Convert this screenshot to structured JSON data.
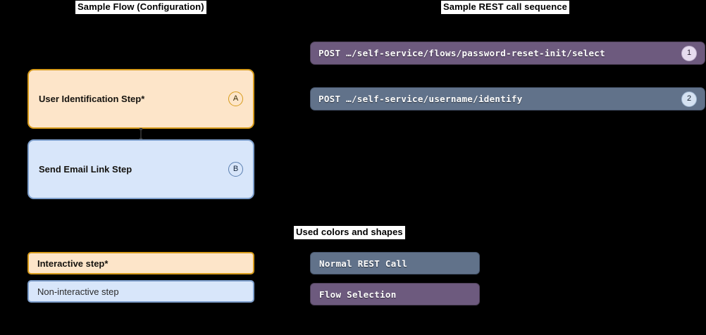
{
  "sections": {
    "flow_title": "Sample Flow (Configuration)",
    "rest_title": "Sample REST call sequence",
    "legend_title": "Used colors and shapes"
  },
  "flow": {
    "steps": [
      {
        "label": "User Identification Step*",
        "badge": "A",
        "kind": "interactive"
      },
      {
        "label": "Send Email Link Step",
        "badge": "B",
        "kind": "non-interactive"
      }
    ]
  },
  "rest_sequence": {
    "calls": [
      {
        "label": "POST …/self-service/flows/password-reset-init/select",
        "number": "1",
        "kind": "flow-selection"
      },
      {
        "label": "POST …/self-service/username/identify",
        "number": "2",
        "kind": "normal-rest-call"
      }
    ]
  },
  "legend": {
    "steps": [
      {
        "label": "Interactive step*",
        "kind": "interactive"
      },
      {
        "label": "Non-interactive step",
        "kind": "non-interactive"
      }
    ],
    "shapes": [
      {
        "label": "Normal REST Call",
        "kind": "normal-rest-call"
      },
      {
        "label": "Flow Selection",
        "kind": "flow-selection"
      }
    ]
  },
  "colors": {
    "background": "#000000",
    "interactive_fill": "#fde5c9",
    "interactive_border": "#d79b1b",
    "noninteractive_fill": "#d8e6fa",
    "noninteractive_border": "#7e9fcc",
    "normal_rest_call": "#61728a",
    "flow_selection": "#6d5a7e",
    "title_background": "#ffffff",
    "title_text": "#000000"
  }
}
